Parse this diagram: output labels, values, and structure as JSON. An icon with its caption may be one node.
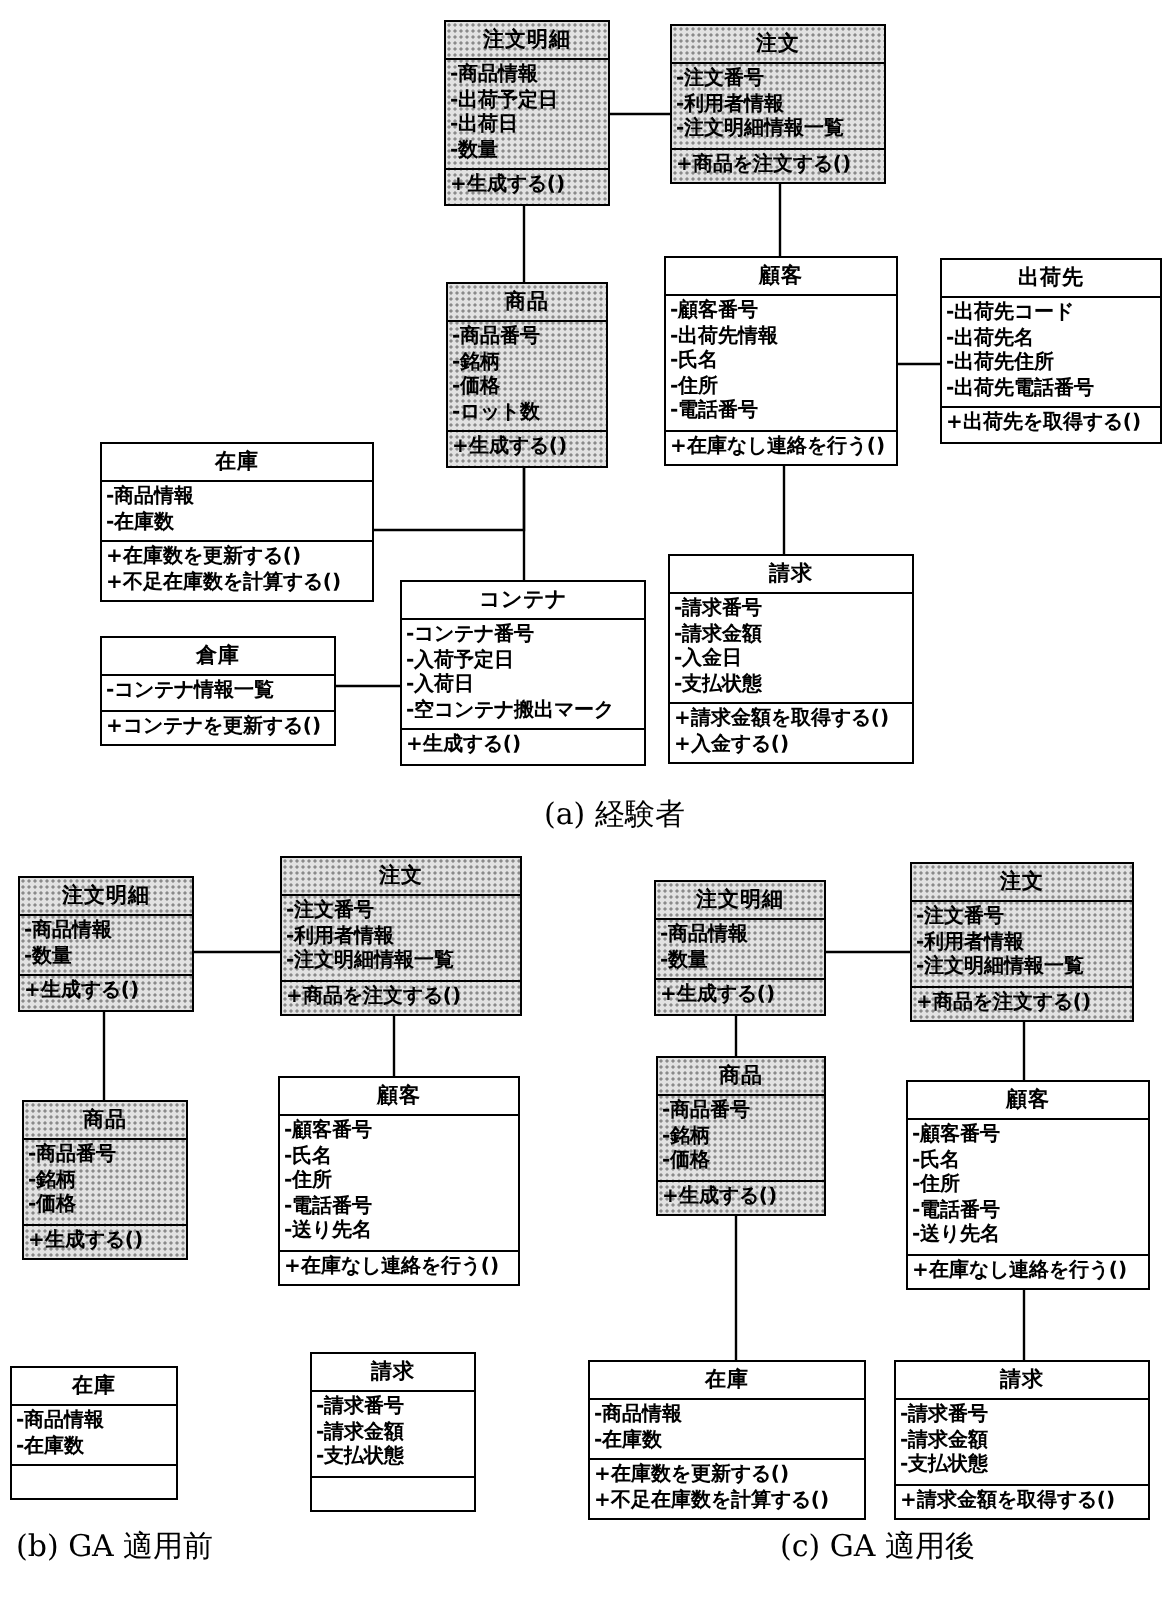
{
  "diagram": {
    "nodes": [
      {
        "text": [
          "注文明細"
        ]
      },
      {
        "text": [
          "-商品情報",
          "-出荷予定日",
          "-出荷日",
          "-数量"
        ],
        "in": 0
      },
      {
        "text": [
          "+生成する()"
        ],
        "in": 0
      },
      {
        "text": [
          "注文"
        ]
      },
      {
        "text": [
          "-注文番号",
          "-利用者情報",
          "-注文明細情報一覧"
        ],
        "in": 3
      },
      {
        "text": [
          "+商品を注文する()"
        ],
        "in": 3
      },
      {
        "text": [
          "顧客"
        ]
      },
      {
        "text": [
          "-顧客番号",
          "-出荷先情報",
          "-氏名",
          "-住所",
          "-電話番号"
        ],
        "in": 6
      },
      {
        "text": [
          "+在庫なし連絡を行う()"
        ],
        "in": 6
      },
      {
        "text": [
          "出荷先"
        ]
      },
      {
        "text": [
          "-出荷先コード",
          "-出荷先名",
          "-出荷先住所",
          "-出荷先電話番号"
        ],
        "in": 9
      },
      {
        "text": [
          "+出荷先を取得する()"
        ],
        "in": 9
      },
      {
        "text": [
          "商品"
        ]
      },
      {
        "text": [
          "-商品番号",
          "-銘柄",
          "-価格",
          "-ロット数"
        ],
        "in": 12
      },
      {
        "text": [
          "+生成する()"
        ],
        "in": 12
      },
      {
        "text": [
          "在庫"
        ]
      },
      {
        "text": [
          "-商品情報",
          "-在庫数"
        ],
        "in": 15
      },
      {
        "text": [
          "+在庫数を更新する()",
          "+不足在庫数を計算する()"
        ],
        "in": 15
      },
      {
        "text": [
          "コンテナ"
        ]
      },
      {
        "text": [
          "-コンテナ番号",
          "-入荷予定日",
          "-入荷日",
          "-空コンテナ搬出マーク"
        ],
        "in": 18
      },
      {
        "text": [
          "+生成する()"
        ],
        "in": 18
      },
      {
        "text": [
          "倉庫"
        ]
      },
      {
        "text": [
          "-コンテナ情報一覧"
        ],
        "in": 21
      },
      {
        "text": [
          "+コンテナを更新する()"
        ],
        "in": 21
      },
      {
        "text": [
          "請求"
        ]
      },
      {
        "text": [
          "-請求番号",
          "-請求金額",
          "-入金日",
          "-支払状態"
        ],
        "in": 24
      },
      {
        "text": [
          "+請求金額を取得する()",
          "+入金する()"
        ],
        "in": 24
      },
      {
        "text": [
          "注文明細"
        ]
      },
      {
        "text": [
          "-商品情報",
          "-数量"
        ],
        "in": 27
      },
      {
        "text": [
          "+生成する()"
        ],
        "in": 27
      },
      {
        "text": [
          "注文"
        ]
      },
      {
        "text": [
          "-注文番号",
          "-利用者情報",
          "-注文明細情報一覧"
        ],
        "in": 30
      },
      {
        "text": [
          "+商品を注文する()"
        ],
        "in": 30
      },
      {
        "text": [
          "顧客"
        ]
      },
      {
        "text": [
          "-顧客番号",
          "-氏名",
          "-住所",
          "-電話番号",
          "-送り先名"
        ],
        "in": 33
      },
      {
        "text": [
          "+在庫なし連絡を行う()"
        ],
        "in": 33
      },
      {
        "text": [
          "商品"
        ]
      },
      {
        "text": [
          "-商品番号",
          "-銘柄",
          "-価格"
        ],
        "in": 36
      },
      {
        "text": [
          "+生成する()"
        ],
        "in": 36
      },
      {
        "text": [
          "在庫"
        ]
      },
      {
        "text": [
          "-商品情報",
          "-在庫数"
        ],
        "in": 39
      },
      {
        "text": [],
        "shape": "box",
        "in": 39
      },
      {
        "text": [
          "請求"
        ]
      },
      {
        "text": [
          "-請求番号",
          "-請求金額",
          "-支払状態"
        ],
        "in": 42
      },
      {
        "text": [],
        "shape": "box",
        "in": 42
      },
      {
        "text": [
          "注文明細"
        ]
      },
      {
        "text": [
          "-商品情報",
          "-数量"
        ],
        "in": 45
      },
      {
        "text": [
          "+生成する()"
        ],
        "in": 45
      },
      {
        "text": [
          "注文"
        ]
      },
      {
        "text": [
          "-注文番号",
          "-利用者情報",
          "-注文明細情報一覧"
        ],
        "in": 48
      },
      {
        "text": [
          "+商品を注文する()"
        ],
        "in": 48
      },
      {
        "text": [
          "商品"
        ]
      },
      {
        "text": [
          "-商品番号",
          "-銘柄",
          "-価格"
        ],
        "in": 51
      },
      {
        "text": [
          "+生成する()"
        ],
        "in": 51
      },
      {
        "text": [
          "顧客"
        ]
      },
      {
        "text": [
          "-顧客番号",
          "-氏名",
          "-住所",
          "-電話番号",
          "-送り先名"
        ],
        "in": 54
      },
      {
        "text": [
          "+在庫なし連絡を行う()"
        ],
        "in": 54
      },
      {
        "text": [
          "在庫"
        ]
      },
      {
        "text": [
          "-商品情報",
          "-在庫数"
        ],
        "in": 57
      },
      {
        "text": [
          "+在庫数を更新する()",
          "+不足在庫数を計算する()"
        ],
        "in": 57
      },
      {
        "text": [
          "請求"
        ]
      },
      {
        "text": [
          "-請求番号",
          "-請求金額",
          "-支払状態"
        ],
        "in": 60
      },
      {
        "text": [
          "+請求金額を取得する()"
        ],
        "in": 60
      }
    ],
    "edges": [
      {
        "from": 0,
        "to": 3,
        "arrow": "none"
      },
      {
        "from": 0,
        "to": 12,
        "arrow": "none"
      },
      {
        "from": 3,
        "to": 6,
        "arrow": "none"
      },
      {
        "from": 6,
        "to": 9,
        "arrow": "none"
      },
      {
        "from": 12,
        "to": 18,
        "arrow": "none"
      },
      {
        "from": 15,
        "to": 12,
        "arrow": "none"
      },
      {
        "from": 6,
        "to": 24,
        "arrow": "none"
      },
      {
        "from": 21,
        "to": 18,
        "arrow": "none"
      },
      {
        "from": 27,
        "to": 30,
        "arrow": "none"
      },
      {
        "from": 27,
        "to": 36,
        "arrow": "none"
      },
      {
        "from": 30,
        "to": 33,
        "arrow": "none"
      },
      {
        "from": 45,
        "to": 48,
        "arrow": "none"
      },
      {
        "from": 45,
        "to": 51,
        "arrow": "none"
      },
      {
        "from": 48,
        "to": 54,
        "arrow": "none"
      },
      {
        "from": 51,
        "to": 57,
        "arrow": "none"
      },
      {
        "from": 54,
        "to": 60,
        "arrow": "none"
      }
    ],
    "labels": [
      "(a) 経験者",
      "(b) GA 適用前",
      "(c) GA 適用後"
    ]
  }
}
